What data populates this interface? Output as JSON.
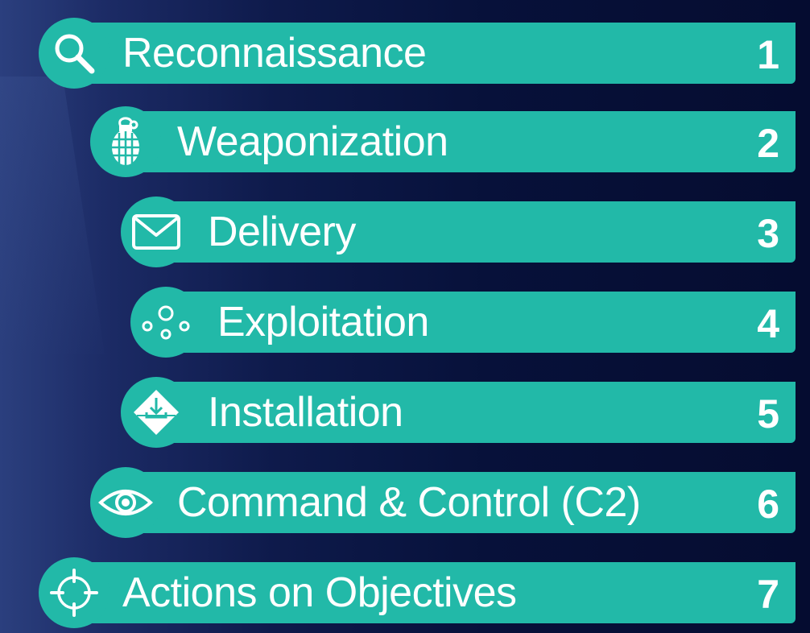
{
  "stages": [
    {
      "label": "Reconnaissance",
      "number": "1",
      "icon": "magnifier-icon"
    },
    {
      "label": "Weaponization",
      "number": "2",
      "icon": "grenade-icon"
    },
    {
      "label": "Delivery",
      "number": "3",
      "icon": "envelope-icon"
    },
    {
      "label": "Exploitation",
      "number": "4",
      "icon": "bubbles-icon"
    },
    {
      "label": "Installation",
      "number": "5",
      "icon": "install-diamond-icon"
    },
    {
      "label": "Command & Control (C2)",
      "number": "6",
      "icon": "eye-icon"
    },
    {
      "label": "Actions on Objectives",
      "number": "7",
      "icon": "crosshair-icon"
    }
  ],
  "colors": {
    "bar": "#22b9a8",
    "text": "#ffffff",
    "background": "#07113a"
  }
}
